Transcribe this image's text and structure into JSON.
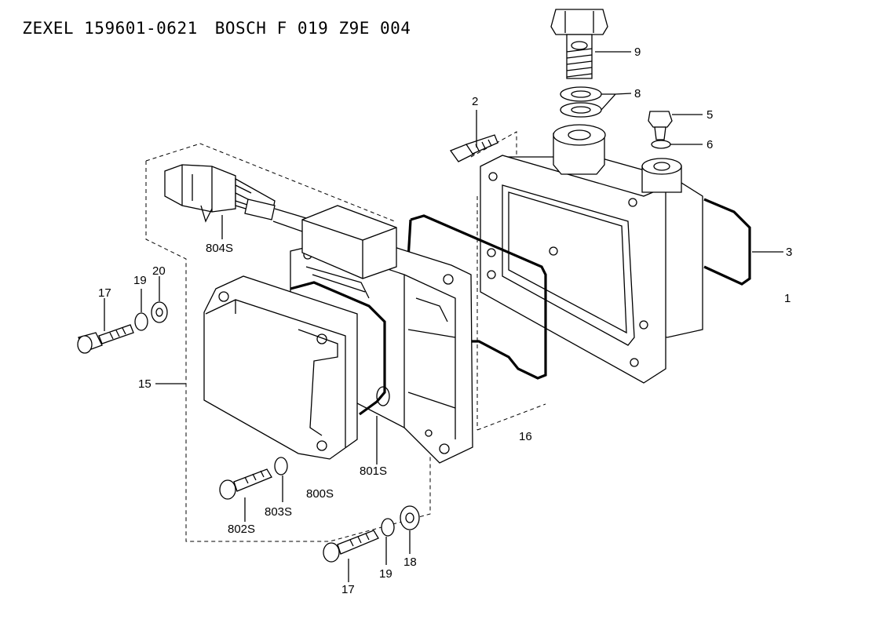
{
  "header": {
    "zexel_part": "ZEXEL 159601-0621",
    "bosch_part": "BOSCH F 019 Z9E 004"
  },
  "callouts": [
    {
      "id": "c1",
      "label": "1"
    },
    {
      "id": "c2",
      "label": "2"
    },
    {
      "id": "c3",
      "label": "3"
    },
    {
      "id": "c5",
      "label": "5"
    },
    {
      "id": "c6",
      "label": "6"
    },
    {
      "id": "c8",
      "label": "8"
    },
    {
      "id": "c9",
      "label": "9"
    },
    {
      "id": "c15",
      "label": "15"
    },
    {
      "id": "c16",
      "label": "16"
    },
    {
      "id": "c17a",
      "label": "17"
    },
    {
      "id": "c17b",
      "label": "17"
    },
    {
      "id": "c18",
      "label": "18"
    },
    {
      "id": "c19a",
      "label": "19"
    },
    {
      "id": "c19b",
      "label": "19"
    },
    {
      "id": "c20",
      "label": "20"
    },
    {
      "id": "c800S",
      "label": "800S"
    },
    {
      "id": "c801S",
      "label": "801S"
    },
    {
      "id": "c802S",
      "label": "802S"
    },
    {
      "id": "c803S",
      "label": "803S"
    },
    {
      "id": "c804S",
      "label": "804S"
    }
  ]
}
